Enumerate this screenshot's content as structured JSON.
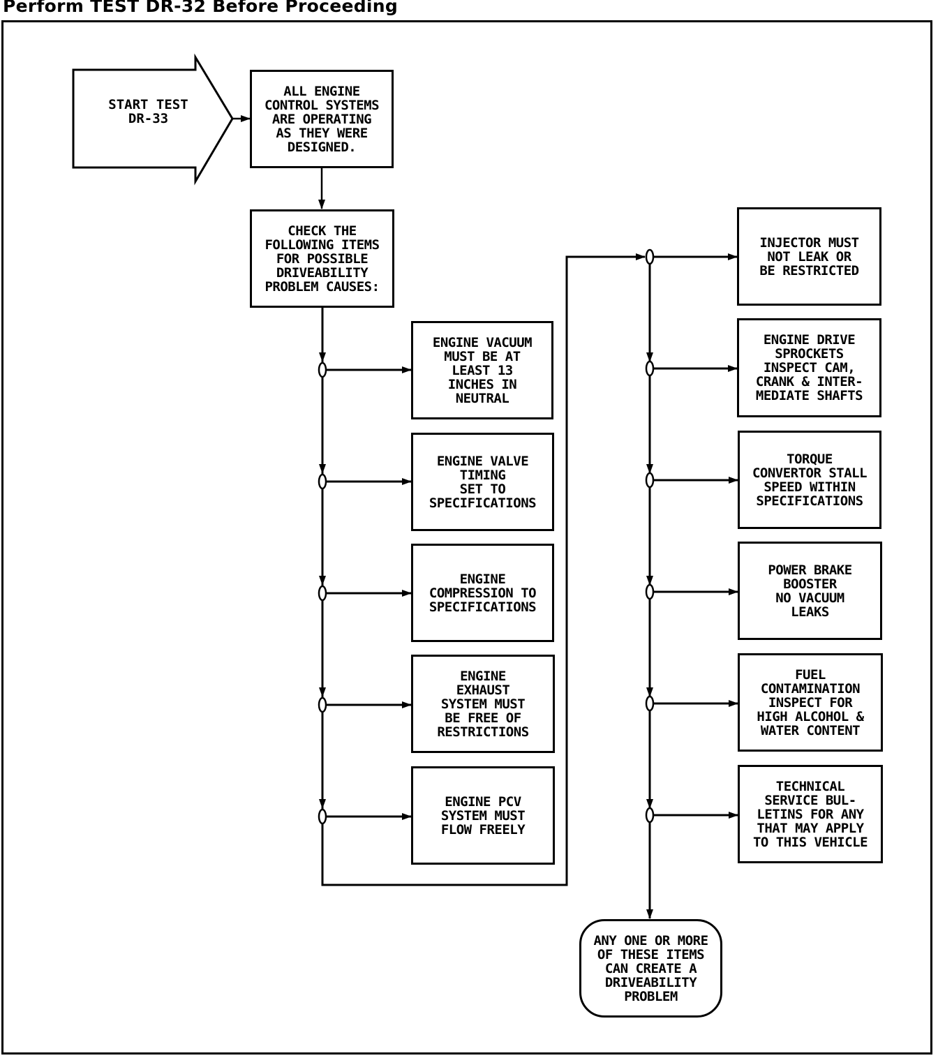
{
  "title": "Perform TEST DR-32 Before Proceeding",
  "start": {
    "label": "START TEST\nDR-33"
  },
  "steps": {
    "all_systems": "ALL ENGINE\nCONTROL SYSTEMS\nARE OPERATING\nAS THEY WERE\nDESIGNED.",
    "check_items": "CHECK THE\nFOLLOWING ITEMS\nFOR POSSIBLE\nDRIVEABILITY\nPROBLEM CAUSES:"
  },
  "left_items": [
    "ENGINE VACUUM\nMUST BE AT\nLEAST 13\nINCHES IN\nNEUTRAL",
    "ENGINE VALVE\nTIMING\nSET TO\nSPECIFICATIONS",
    "ENGINE\nCOMPRESSION TO\nSPECIFICATIONS",
    "ENGINE\nEXHAUST\nSYSTEM MUST\nBE FREE OF\nRESTRICTIONS",
    "ENGINE PCV\nSYSTEM MUST\nFLOW FREELY"
  ],
  "right_items": [
    "INJECTOR MUST\nNOT LEAK OR\nBE RESTRICTED",
    "ENGINE DRIVE\nSPROCKETS\nINSPECT CAM,\nCRANK & INTER-\nMEDIATE SHAFTS",
    "TORQUE\nCONVERTOR STALL\nSPEED WITHIN\nSPECIFICATIONS",
    "POWER BRAKE\nBOOSTER\nNO VACUUM\nLEAKS",
    "FUEL\nCONTAMINATION\nINSPECT FOR\nHIGH ALCOHOL &\nWATER CONTENT",
    "TECHNICAL\nSERVICE BUL-\nLETINS FOR ANY\nTHAT MAY APPLY\nTO THIS VEHICLE"
  ],
  "conclusion": "ANY ONE OR MORE\nOF THESE ITEMS\nCAN CREATE A\nDRIVEABILITY\nPROBLEM"
}
